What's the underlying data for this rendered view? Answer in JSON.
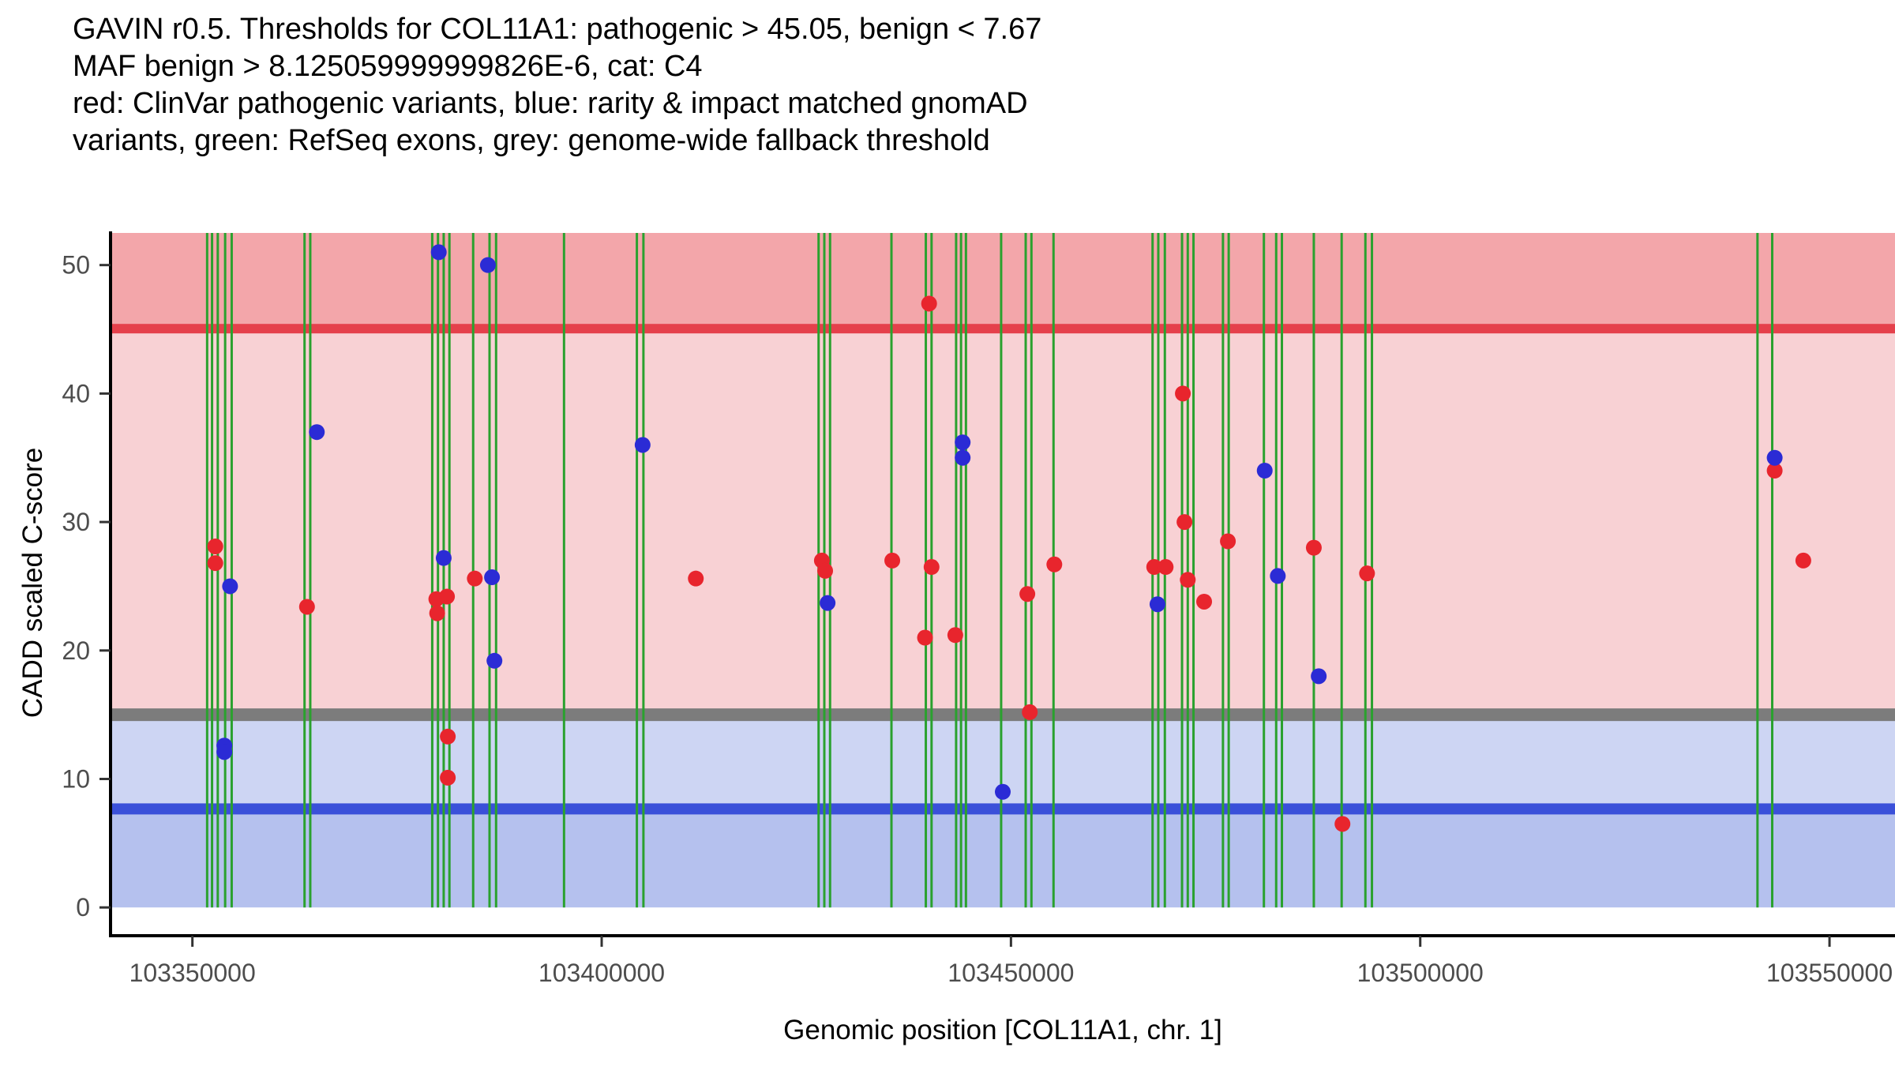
{
  "title_lines": [
    "GAVIN r0.5. Thresholds for COL11A1: pathogenic > 45.05, benign < 7.67",
    "MAF benign > 8.125059999999826E-6, cat: C4",
    "red: ClinVar pathogenic variants, blue: rarity & impact matched gnomAD",
    "variants, green: RefSeq exons, grey: genome-wide fallback threshold"
  ],
  "chart_data": {
    "type": "scatter",
    "title": "GAVIN r0.5. Thresholds for COL11A1",
    "xlabel": "Genomic position [COL11A1, chr. 1]",
    "ylabel": "CADD scaled C-score",
    "xlim": [
      103340000,
      103558000
    ],
    "ylim": [
      -2.2,
      52.5
    ],
    "x_ticks": [
      103350000,
      103400000,
      103450000,
      103500000,
      103550000
    ],
    "y_ticks": [
      0,
      10,
      20,
      30,
      40,
      50
    ],
    "grid": false,
    "thresholds": {
      "pathogenic": 45.05,
      "benign": 7.67,
      "genome_wide_fallback": 15
    },
    "bands": [
      {
        "name": "above-pathogenic",
        "from": 45.05,
        "to": 52.5,
        "color": "#f3a6aa"
      },
      {
        "name": "pathogenic-to-fallback",
        "from": 15,
        "to": 45.05,
        "color": "#f8d1d4"
      },
      {
        "name": "fallback-to-benign",
        "from": 7.67,
        "to": 15,
        "color": "#cdd5f3"
      },
      {
        "name": "below-benign",
        "from": 0,
        "to": 7.67,
        "color": "#b5c1ee"
      }
    ],
    "threshold_lines": [
      {
        "name": "pathogenic-threshold",
        "value": 45.05,
        "color": "#e5404b",
        "thickness": 12
      },
      {
        "name": "fallback-threshold",
        "value": 15,
        "color": "#7c7c7c",
        "thickness": 16
      },
      {
        "name": "benign-threshold",
        "value": 7.67,
        "color": "#3a50d9",
        "thickness": 14
      }
    ],
    "exon_color": "#2aa12e",
    "exon_positions": [
      103351800,
      103352400,
      103353100,
      103354000,
      103354800,
      103363700,
      103364400,
      103379300,
      103380000,
      103380700,
      103381400,
      103384300,
      103386300,
      103387100,
      103395400,
      103404300,
      103405100,
      103426500,
      103427200,
      103427900,
      103435400,
      103439600,
      103440300,
      103443300,
      103443900,
      103444500,
      103448800,
      103451800,
      103452500,
      103455200,
      103467300,
      103468000,
      103468800,
      103470900,
      103471600,
      103472300,
      103475900,
      103476600,
      103480900,
      103482400,
      103483100,
      103487000,
      103490400,
      103493300,
      103494100,
      103541200,
      103543000
    ],
    "series": [
      {
        "name": "ClinVar pathogenic variants",
        "color": "#e8252d",
        "points": [
          [
            103352800,
            28.1
          ],
          [
            103352800,
            26.8
          ],
          [
            103364000,
            23.4
          ],
          [
            103379800,
            24.0
          ],
          [
            103379900,
            22.9
          ],
          [
            103381100,
            24.2
          ],
          [
            103381200,
            13.3
          ],
          [
            103381200,
            10.1
          ],
          [
            103384500,
            25.6
          ],
          [
            103411500,
            25.6
          ],
          [
            103426900,
            27.0
          ],
          [
            103427300,
            26.2
          ],
          [
            103435500,
            27.0
          ],
          [
            103440000,
            47.0
          ],
          [
            103440300,
            26.5
          ],
          [
            103439500,
            21.0
          ],
          [
            103443200,
            21.2
          ],
          [
            103452000,
            24.4
          ],
          [
            103452300,
            15.2
          ],
          [
            103455300,
            26.7
          ],
          [
            103467500,
            26.5
          ],
          [
            103468900,
            26.5
          ],
          [
            103471000,
            40.0
          ],
          [
            103471200,
            30.0
          ],
          [
            103471600,
            25.5
          ],
          [
            103473600,
            23.8
          ],
          [
            103476500,
            28.5
          ],
          [
            103487000,
            28.0
          ],
          [
            103490500,
            6.5
          ],
          [
            103493500,
            26.0
          ],
          [
            103543300,
            34.0
          ],
          [
            103546800,
            27.0
          ]
        ]
      },
      {
        "name": "rarity & impact matched gnomAD variants",
        "color": "#2b2bd5",
        "points": [
          [
            103354600,
            25.0
          ],
          [
            103353900,
            12.6
          ],
          [
            103353900,
            12.1
          ],
          [
            103365200,
            37.0
          ],
          [
            103380100,
            51.0
          ],
          [
            103380700,
            27.2
          ],
          [
            103386100,
            50.0
          ],
          [
            103386600,
            25.7
          ],
          [
            103386900,
            19.2
          ],
          [
            103405000,
            36.0
          ],
          [
            103427600,
            23.7
          ],
          [
            103444100,
            36.2
          ],
          [
            103444100,
            35.0
          ],
          [
            103449000,
            9.0
          ],
          [
            103467900,
            23.6
          ],
          [
            103481000,
            34.0
          ],
          [
            103482600,
            25.8
          ],
          [
            103487600,
            18.0
          ],
          [
            103543300,
            35.0
          ]
        ]
      }
    ],
    "axis_color": "#000000",
    "tick_label_color": "#4d4d4d"
  }
}
